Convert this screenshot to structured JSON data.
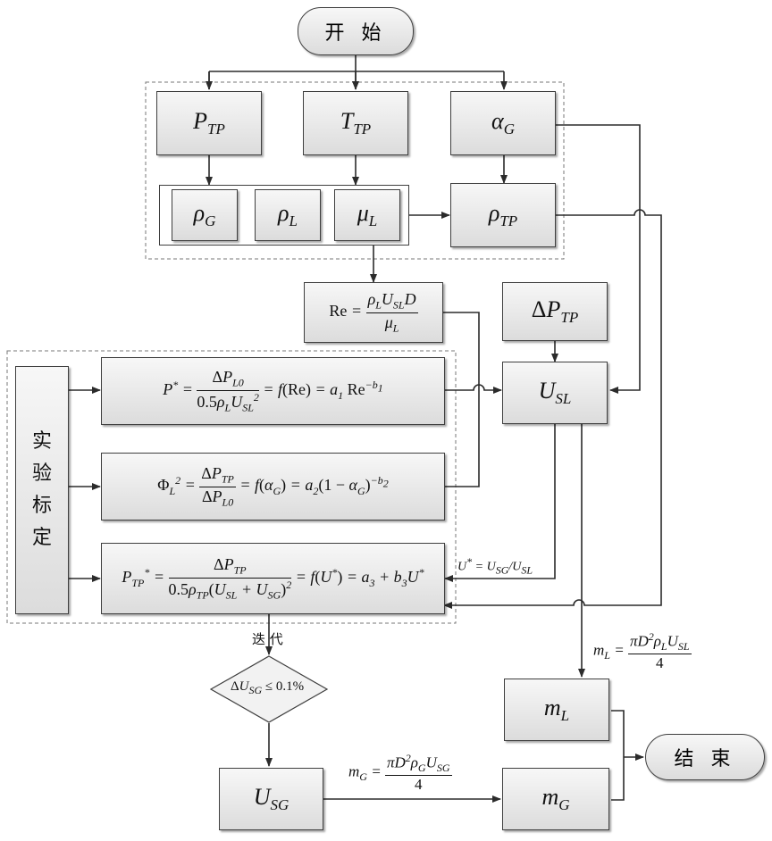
{
  "start": "开 始",
  "end": "结 束",
  "nodes": {
    "p_tp": "P<sub>TP</sub>",
    "t_tp": "T<sub>TP</sub>",
    "alpha_g": "α<sub>G</sub>",
    "rho_g": "ρ<sub>G</sub>",
    "rho_l": "ρ<sub>L</sub>",
    "mu_l": "μ<sub>L</sub>",
    "rho_tp": "ρ<sub>TP</sub>",
    "delta_p_tp": "<span style=\"font-style:normal\">Δ</span>P<sub>TP</sub>",
    "u_sl": "U<sub>SL</sub>",
    "u_sg": "U<sub>SG</sub>",
    "m_l": "m<sub>L</sub>",
    "m_g": "m<sub>G</sub>"
  },
  "formulas": {
    "re": "<span style=\"font-style:normal\">Re</span> = <span style=\"display:inline-block;vertical-align:middle;text-align:center\"><span style=\"display:block;border-bottom:1px solid #111;padding:0 2px\">ρ<sub>L</sub>U<sub>SL</sub>D</span><span style=\"display:block\">μ<sub>L</sub></span></span>",
    "p_star": "P<sup>*</sup> = <span style=\"display:inline-block;vertical-align:middle;text-align:center\"><span style=\"display:block;border-bottom:1px solid #111;padding:0 2px\"><span style=\"font-style:normal\">Δ</span>P<sub>L0</sub></span><span style=\"display:block\"><span style=\"font-style:normal\">0.5</span>ρ<sub>L</sub>U<sub>SL</sub><sup>2</sup></span></span> = f<span style=\"font-style:normal\">(Re)</span> = a<sub>1</sub> <span style=\"font-style:normal\">Re</span><sup>−b<sub>1</sub></sup>",
    "phi": "<span style=\"font-style:normal\">Φ</span><sub>L</sub><sup>2</sup> = <span style=\"display:inline-block;vertical-align:middle;text-align:center\"><span style=\"display:block;border-bottom:1px solid #111;padding:0 2px\"><span style=\"font-style:normal\">Δ</span>P<sub>TP</sub></span><span style=\"display:block\"><span style=\"font-style:normal\">Δ</span>P<sub>L0</sub></span></span> = f<span style=\"font-style:normal\">(</span>α<sub>G</sub><span style=\"font-style:normal\">)</span> = a<sub>2</sub><span style=\"font-style:normal\">(1 − </span>α<sub>G</sub><span style=\"font-style:normal\">)</span><sup>−b<sub>2</sub></sup>",
    "p_tp_star": "P<sub>TP</sub><sup>*</sup> = <span style=\"display:inline-block;vertical-align:middle;text-align:center\"><span style=\"display:block;border-bottom:1px solid #111;padding:0 2px\"><span style=\"font-style:normal\">Δ</span>P<sub>TP</sub></span><span style=\"display:block\"><span style=\"font-style:normal\">0.5</span>ρ<sub>TP</sub><span style=\"font-style:normal\">(</span>U<sub>SL</sub> + U<sub>SG</sub><span style=\"font-style:normal\">)</span><sup>2</sup></span></span> = f<span style=\"font-style:normal\">(</span>U<sup>*</sup><span style=\"font-style:normal\">)</span> = a<sub>3</sub> + b<sub>3</sub>U<sup>*</sup>",
    "u_star": "U<sup>*</sup> = U<sub>SG</sub>/U<sub>SL</sub>",
    "delta_u_sg": "<span style=\"font-style:normal\">Δ</span>U<sub>SG</sub> <span style=\"font-style:normal\">≤ 0.1%</span>",
    "m_l_formula": "m<sub>L</sub> = <span style=\"display:inline-block;vertical-align:middle;text-align:center\"><span style=\"display:block;border-bottom:1px solid #111;padding:0 2px\">πD<sup>2</sup>ρ<sub>L</sub>U<sub>SL</sub></span><span style=\"display:block;font-style:normal\">4</span></span>",
    "m_g_formula": "m<sub>G</sub> = <span style=\"display:inline-block;vertical-align:middle;text-align:center\"><span style=\"display:block;border-bottom:1px solid #111;padding:0 2px\">πD<sup>2</sup>ρ<sub>G</sub>U<sub>SG</sub></span><span style=\"display:block;font-style:normal\">4</span></span>"
  },
  "labels": {
    "experiment": "实验标定",
    "iterate": "迭 代"
  }
}
